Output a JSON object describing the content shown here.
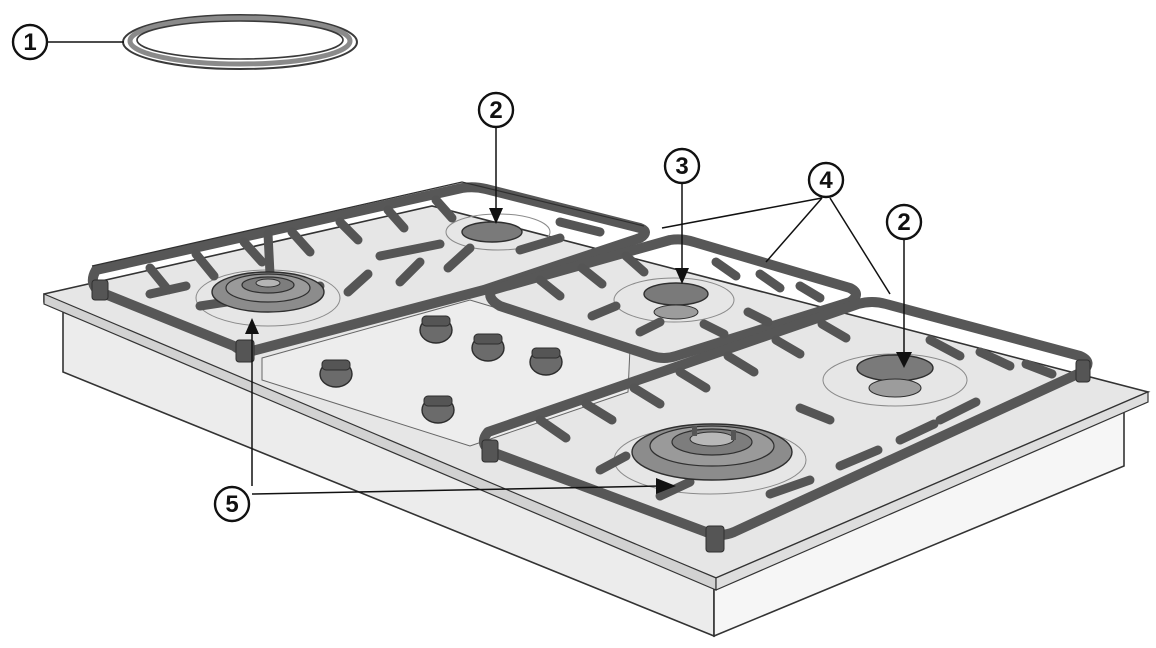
{
  "figure": {
    "callouts": [
      {
        "id": "c1",
        "label": "1"
      },
      {
        "id": "c2a",
        "label": "2"
      },
      {
        "id": "c3",
        "label": "3"
      },
      {
        "id": "c4",
        "label": "4"
      },
      {
        "id": "c2b",
        "label": "2"
      },
      {
        "id": "c5",
        "label": "5"
      }
    ]
  },
  "colors": {
    "outline": "#111111",
    "grate": "#575757",
    "body": "#dcdcdc",
    "top_surface": "#e9e9e9",
    "side": "#f4f4f4"
  }
}
